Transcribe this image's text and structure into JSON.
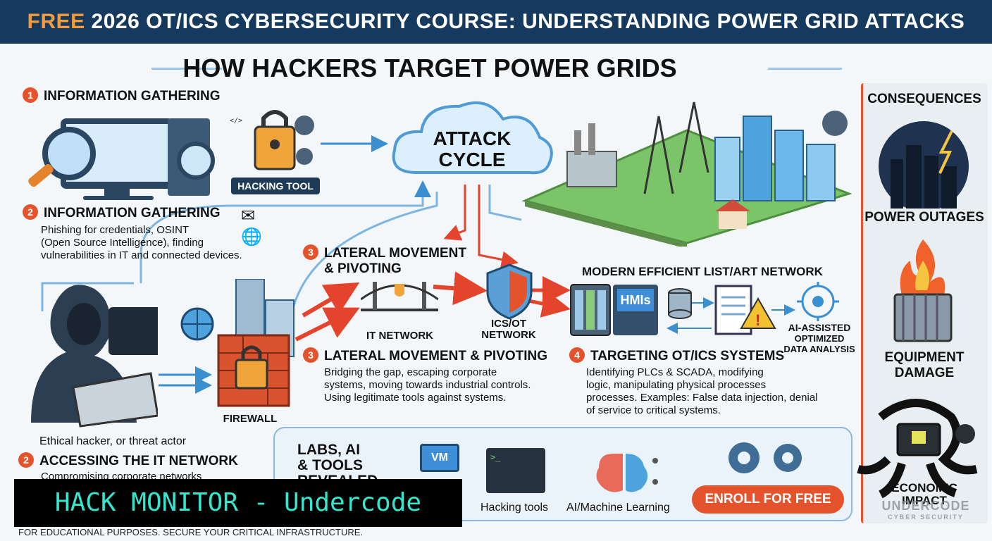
{
  "banner": {
    "prefix": "FREE",
    "text": " 2026 OT/ICS CYBERSECURITY COURSE: UNDERSTANDING POWER GRID ATTACKS"
  },
  "title": "HOW HACKERS TARGET POWER GRIDS",
  "step1": {
    "num": "1",
    "header": "INFORMATION GATHERING"
  },
  "hacking_tool_label": "HACKING TOOL",
  "step2a": {
    "num": "2",
    "header": "INFORMATION GATHERING",
    "body": [
      "Phishing for credentials, OSINT",
      "(Open Source Intelligence), finding",
      "vulnerabilities in IT and connected devices."
    ]
  },
  "attack_cycle": [
    "ATTACK",
    "CYCLE"
  ],
  "step3a": {
    "num": "3",
    "header": [
      "LATERAL MOVEMENT",
      "& PIVOTING"
    ]
  },
  "it_network": "IT NETWORK",
  "ics_network": [
    "ICS/OT",
    "NETWORK"
  ],
  "modern_network": "MODERN EFFICIENT LIST/ART NETWORK",
  "hmis": "HMIs",
  "ai_assisted": [
    "AI-ASSISTED",
    "OPTIMIZED",
    "DATA ANALYSIS"
  ],
  "step3b": {
    "num": "3",
    "header": "LATERAL MOVEMENT & PIVOTING",
    "body": [
      "Bridging the gap, escaping corporate",
      "systems, moving towards industrial controls.",
      "Using legitimate tools against systems."
    ]
  },
  "step4": {
    "num": "4",
    "header": "TARGETING OT/ICS SYSTEMS",
    "body": [
      "Identifying PLCs & SCADA, modifying",
      "logic, manipulating physical processes",
      "processes. Examples: False data injection, denial",
      "of service to critical systems."
    ]
  },
  "firewall": "FIREWALL",
  "hacker_caption": "Ethical hacker, or threat actor",
  "step2b": {
    "num": "2",
    "header": "ACCESSING THE IT NETWORK",
    "body": "Compromising corporate networks"
  },
  "consequences": {
    "title": "CONSEQUENCES",
    "power": "POWER OUTAGES",
    "equipment": [
      "EQUIPMENT",
      "DAMAGE"
    ],
    "economic": [
      "ECONOMIC",
      "IMPACT"
    ]
  },
  "labs": {
    "title": [
      "LABS, AI",
      "& TOOLS",
      "REVEALED"
    ],
    "vm": "VM",
    "hacking_tools": "Hacking tools",
    "ai_ml": "AI/Machine Learning",
    "enroll": "ENROLL FOR FREE"
  },
  "overlay": "HACK MONITOR - Undercode",
  "footer": "FOR EDUCATIONAL PURPOSES. SECURE YOUR CRITICAL INFRASTRUCTURE.",
  "watermark": [
    "UNDERCODE",
    "CYBER SECURITY"
  ],
  "colors": {
    "banner_bg": "#163a5e",
    "accent": "#e5532c",
    "free": "#f39c3d",
    "overlay_text": "#33e6d0"
  }
}
